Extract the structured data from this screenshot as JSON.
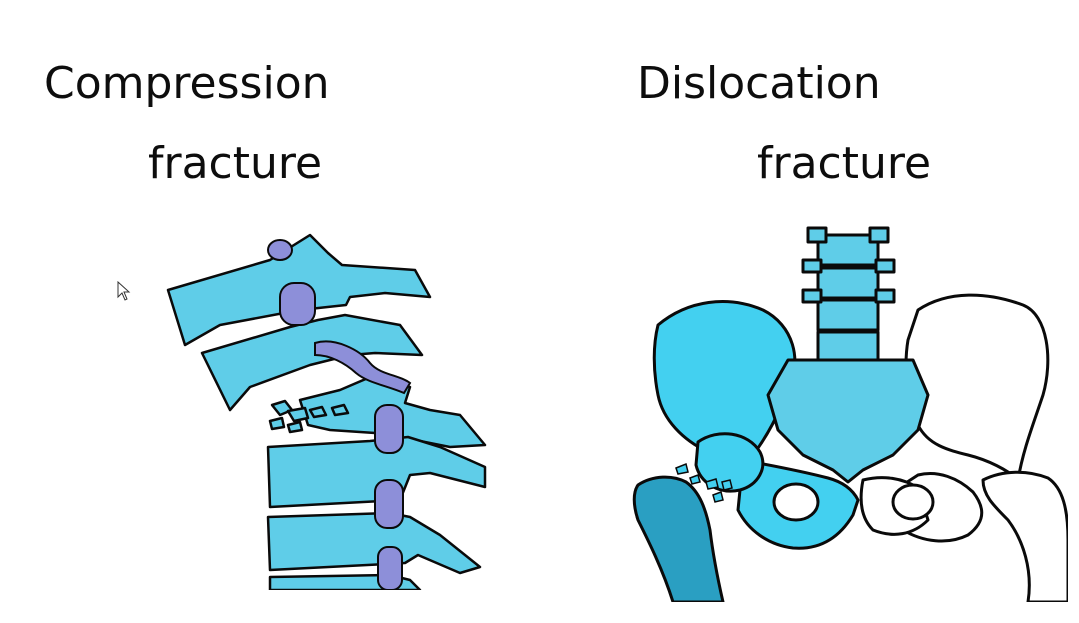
{
  "left": {
    "title_line1": "Compression",
    "title_line2": "fracture",
    "image_icon": "vertebral-compression-fracture-illustration"
  },
  "right": {
    "title_line1": "Dislocation",
    "title_line2": "fracture",
    "image_icon": "hip-dislocation-fracture-illustration"
  },
  "colors": {
    "bone": "#5fcde8",
    "bone_dark": "#2a9fc2",
    "disc": "#8d8fd9",
    "outline": "#0a0a0a",
    "background": "#ffffff"
  }
}
